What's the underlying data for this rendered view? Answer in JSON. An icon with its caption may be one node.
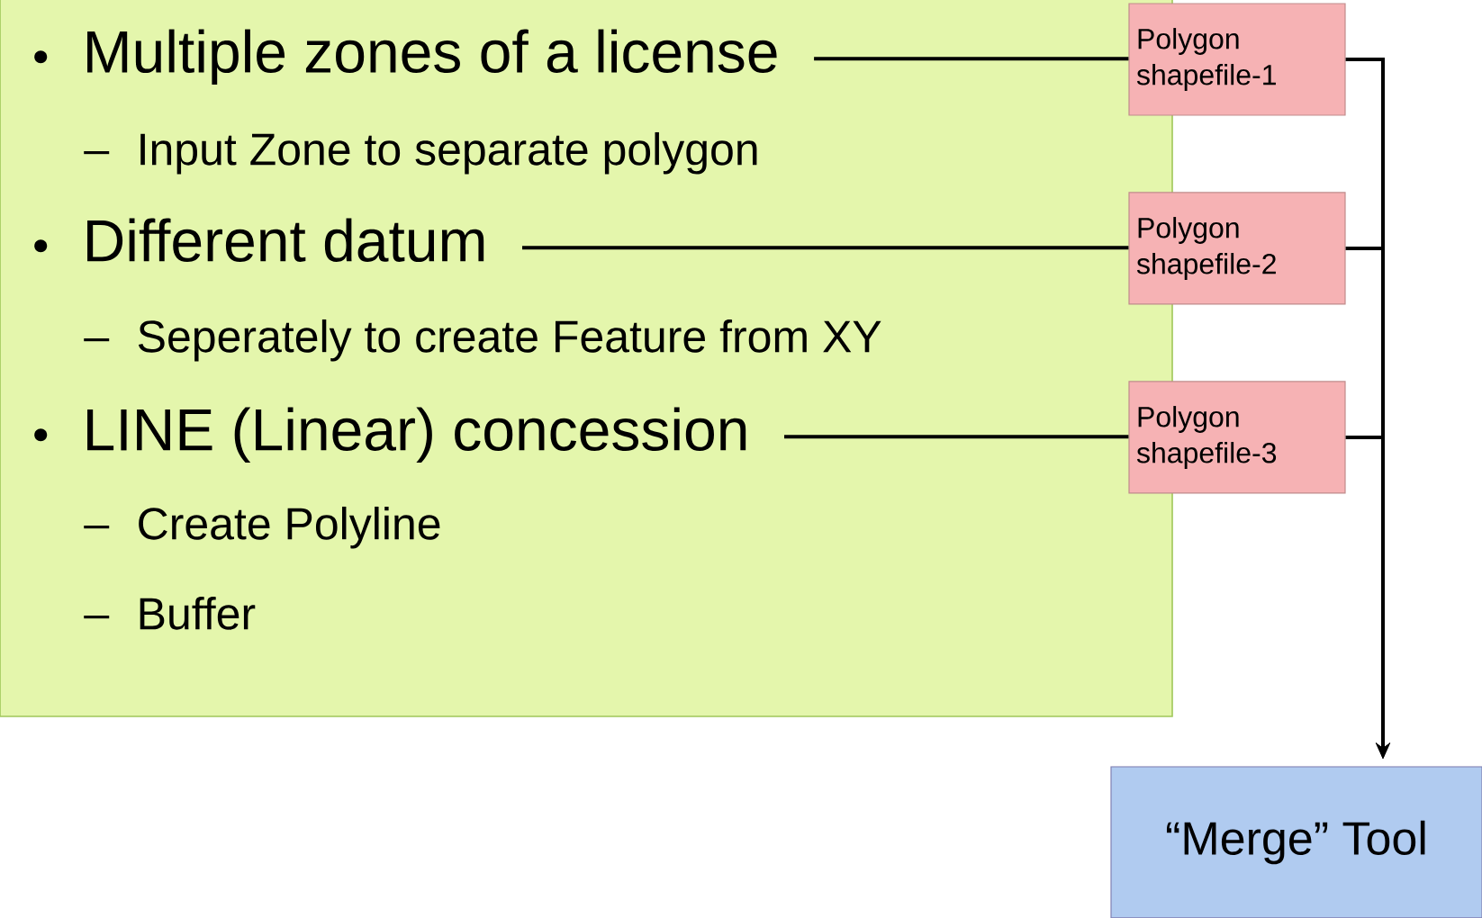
{
  "diagram": {
    "nodes": [
      {
        "text": [],
        "shape": "box"
      },
      {
        "text": [
          "Multiple zones of a license"
        ],
        "in": 0
      },
      {
        "text": [
          "Input Zone to separate polygon"
        ],
        "in": 0
      },
      {
        "text": [
          "Different datum"
        ],
        "in": 0
      },
      {
        "text": [
          "Seperately to create Feature from XY"
        ],
        "in": 0
      },
      {
        "text": [
          "LINE (Linear) concession"
        ],
        "in": 0
      },
      {
        "text": [
          "Create Polyline"
        ],
        "in": 0
      },
      {
        "text": [
          "Buffer"
        ],
        "in": 0
      },
      {
        "text": [
          "Polygon shapefile-1"
        ]
      },
      {
        "text": [
          "Polygon shapefile-2"
        ]
      },
      {
        "text": [
          "Polygon shapefile-3"
        ]
      },
      {
        "text": [
          "“Merge” Tool"
        ]
      }
    ],
    "edges": [
      {
        "from": 1,
        "to": 8,
        "arrow": "none"
      },
      {
        "from": 3,
        "to": 9,
        "arrow": "none"
      },
      {
        "from": 5,
        "to": 10,
        "arrow": "none"
      },
      {
        "from": 8,
        "to": 11,
        "arrow": "to"
      },
      {
        "from": 9,
        "to": 11,
        "arrow": "to"
      },
      {
        "from": 10,
        "to": 11,
        "arrow": "to"
      }
    ]
  }
}
